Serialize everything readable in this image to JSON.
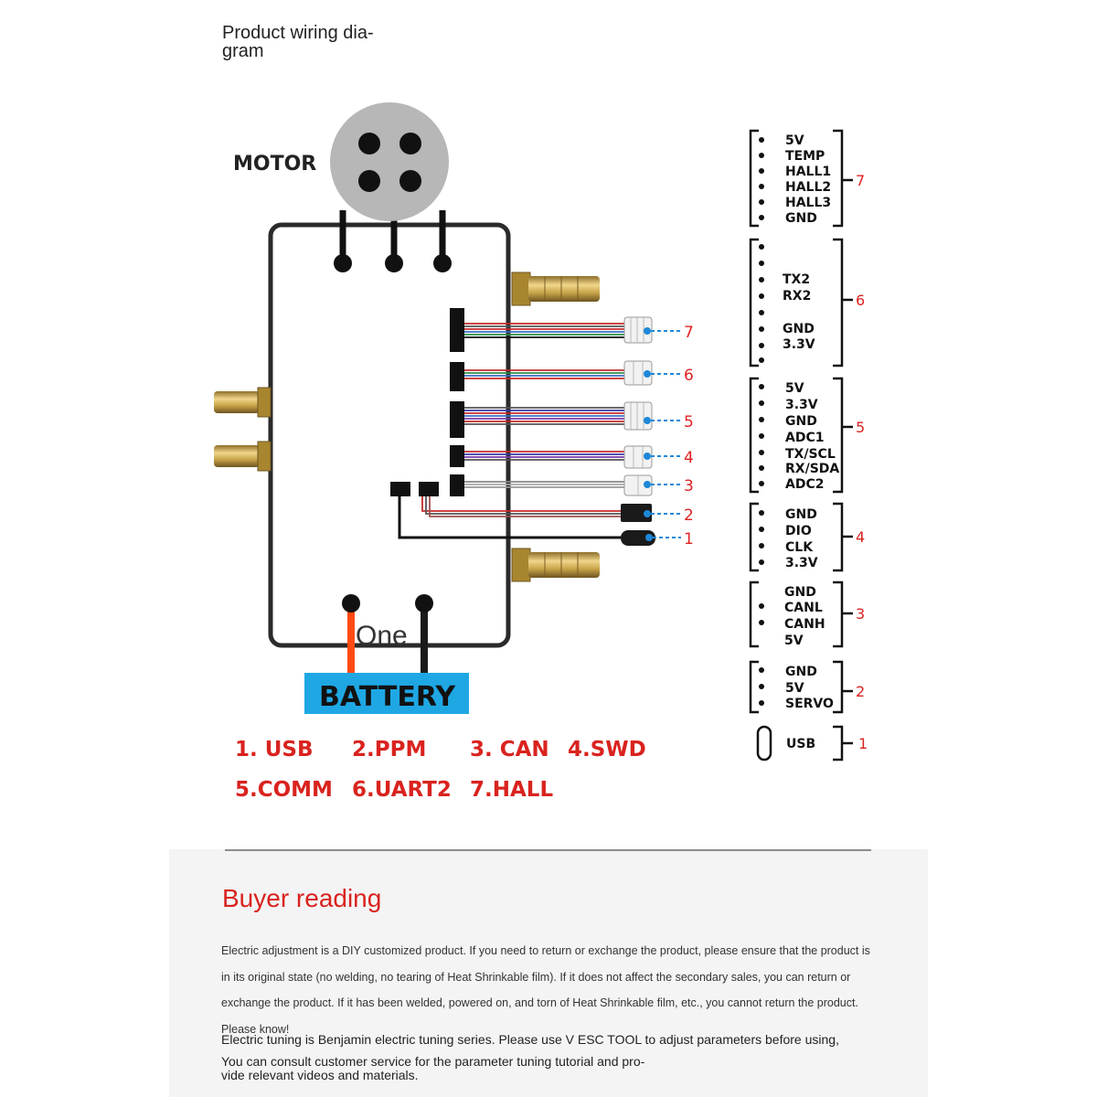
{
  "title": {
    "line1": "Product wiring dia-",
    "line2": "gram"
  },
  "diagram": {
    "motor_label": "MOTOR",
    "battery_label": "BATTERY",
    "overlay_text": "One",
    "callouts": [
      "7",
      "6",
      "5",
      "4",
      "3",
      "2",
      "1"
    ],
    "legend": [
      "1. USB",
      "2.PPM",
      "3. CAN",
      "4.SWD",
      "5.COMM",
      "6.UART2",
      "7.HALL"
    ]
  },
  "pinouts": {
    "hall": {
      "number": "7",
      "pins": [
        "5V",
        "TEMP",
        "HALL1",
        "HALL2",
        "HALL3",
        "GND"
      ]
    },
    "uart2": {
      "number": "6",
      "pins": [
        "TX2",
        "RX2",
        "GND",
        "3.3V"
      ]
    },
    "comm": {
      "number": "5",
      "pins": [
        "5V",
        "3.3V",
        "GND",
        "ADC1",
        "TX/SCL",
        "RX/SDA",
        "ADC2"
      ]
    },
    "swd": {
      "number": "4",
      "pins": [
        "GND",
        "DIO",
        "CLK",
        "3.3V"
      ]
    },
    "can": {
      "number": "3",
      "pins": [
        "GND",
        "CANL",
        "CANH",
        "5V"
      ]
    },
    "ppm": {
      "number": "2",
      "pins": [
        "GND",
        "5V",
        "SERVO"
      ]
    },
    "usb": {
      "number": "1",
      "label": "USB"
    }
  },
  "reading": {
    "heading": "Buyer reading",
    "paragraph1": "Electric adjustment is a DIY customized product. If you need to return or exchange the product, please ensure that the product is in its original state (no welding, no tearing of Heat Shrinkable film). If it does not affect the secondary sales, you can return or exchange the product. If it has been welded, powered on, and torn of Heat Shrinkable film, etc., you cannot return the product. Please know!",
    "paragraph2": "Electric tuning is Benjamin electric tuning series. Please use V ESC TOOL to adjust parameters before using,",
    "paragraph3": "You can consult customer service for the parameter tuning tutorial and pro- vide relevant videos and materials."
  },
  "colors": {
    "callout_red": "#e02222",
    "callout_blue": "#1e88d8",
    "battery_blue": "#1fa7e4",
    "power_red": "#ff4a12",
    "brass": "#c9a44a"
  }
}
